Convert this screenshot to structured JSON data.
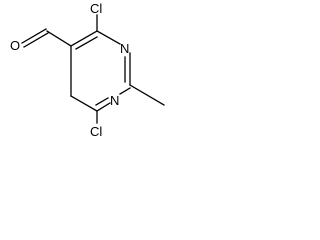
{
  "molecule": {
    "atoms": {
      "aldehyde_oxygen": "O",
      "chlorine_top": "Cl",
      "chlorine_bottom": "Cl",
      "ring_nitrogen_upper": "N",
      "ring_nitrogen_lower": "N"
    },
    "colors": {
      "bonds": "#000000",
      "labels": "#000000",
      "background": "#ffffff"
    }
  }
}
